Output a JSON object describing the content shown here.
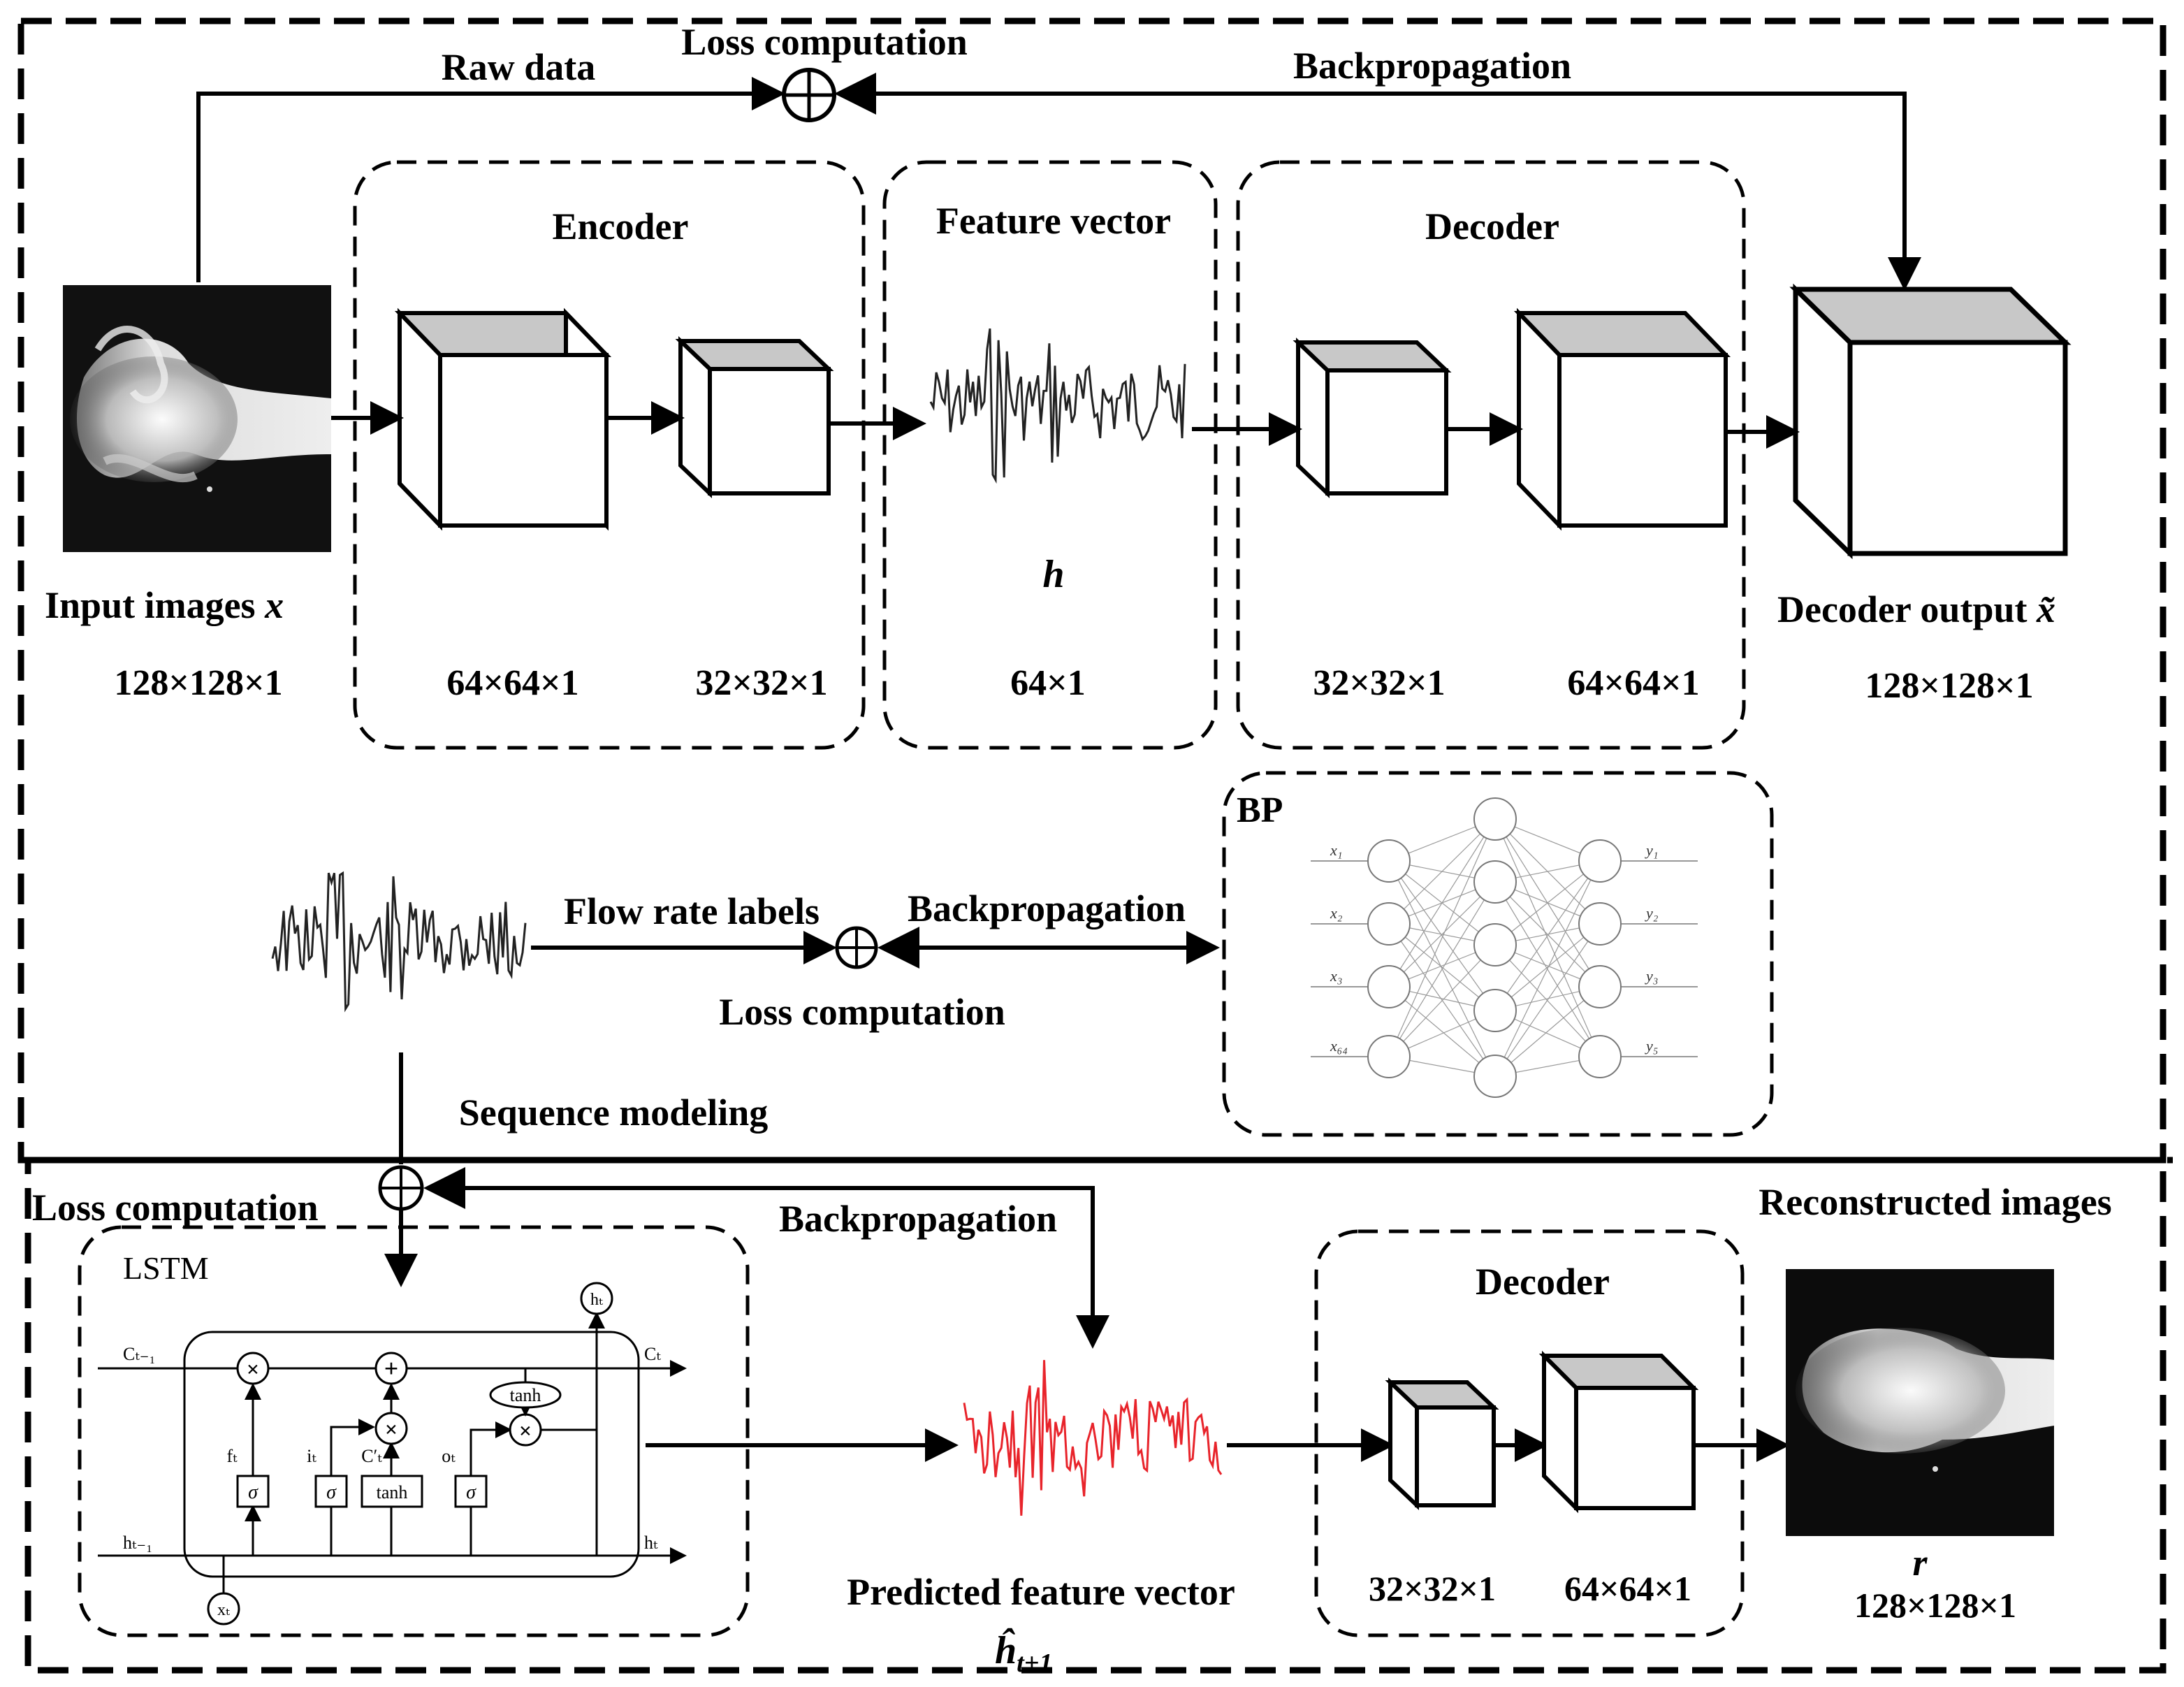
{
  "top": {
    "raw_data": "Raw data",
    "loss_computation": "Loss computation",
    "backpropagation": "Backpropagation",
    "encoder": "Encoder",
    "feature_vector": "Feature vector",
    "decoder": "Decoder",
    "h_symbol": "h",
    "input_images": "Input images",
    "input_symbol": "x",
    "input_dims": "128×128×1",
    "enc_dims_1": "64×64×1",
    "enc_dims_2": "32×32×1",
    "feature_dims": "64×1",
    "dec_dims_1": "32×32×1",
    "dec_dims_2": "64×64×1",
    "decoder_output": "Decoder output",
    "output_symbol": "x̃",
    "output_dims": "128×128×1"
  },
  "middle": {
    "flow_rate_labels": "Flow rate labels",
    "backpropagation": "Backpropagation",
    "loss_computation": "Loss computation",
    "sequence_modeling": "Sequence modeling",
    "bp_title": "BP",
    "bp_inputs": [
      "x₁",
      "x₂",
      "x₃",
      "x₆₄"
    ],
    "bp_outputs": [
      "y₁",
      "y₂",
      "y₃",
      "y₅"
    ]
  },
  "bottom": {
    "loss_computation": "Loss computation",
    "backpropagation": "Backpropagation",
    "reconstructed_images": "Reconstructed images",
    "lstm_title": "LSTM",
    "c_prev": "Cₜ₋₁",
    "c_t": "Cₜ",
    "h_prev": "hₜ₋₁",
    "h_t": "hₜ",
    "h_top": "hₜ",
    "x_t": "xₜ",
    "f_t": "fₜ",
    "i_t": "iₜ",
    "c_cand": "C′ₜ",
    "o_t": "oₜ",
    "sigma": "σ",
    "tanh": "tanh",
    "tanh_top": "tanh",
    "mult": "×",
    "plus": "+",
    "decoder": "Decoder",
    "predicted_feature_vector": "Predicted feature vector",
    "pred_symbol": "ĥ",
    "pred_subscript": "t+1",
    "dec_dims_1": "32×32×1",
    "dec_dims_2": "64×64×1",
    "r_symbol": "r",
    "r_dims": "128×128×1"
  },
  "colors": {
    "line": "#000000",
    "cube_top": "#c8c8c8",
    "predicted_signal": "#e8242b"
  }
}
